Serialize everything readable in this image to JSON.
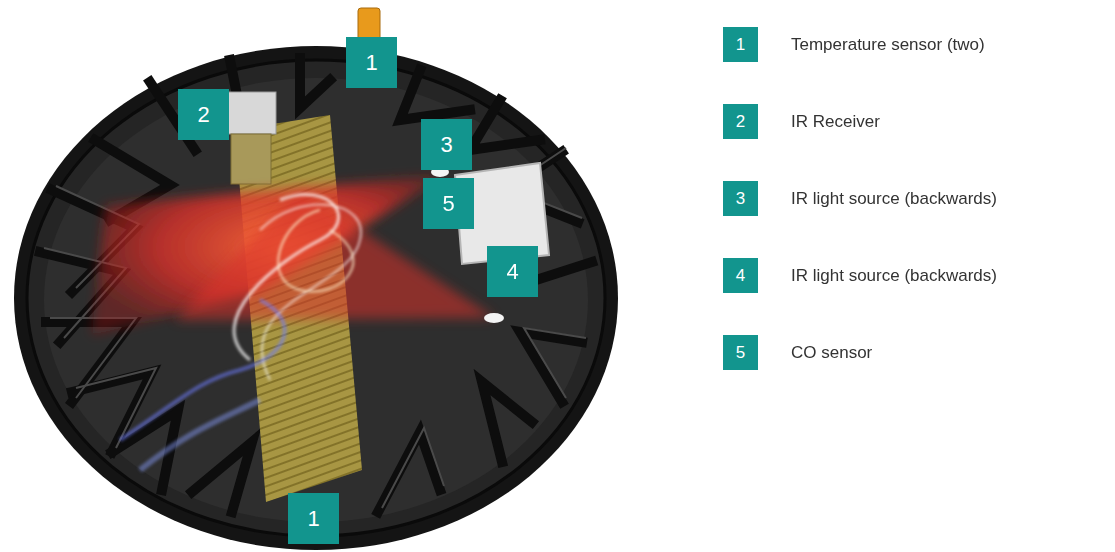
{
  "diagram": {
    "nodes": [
      {
        "text": [
          "1"
        ]
      },
      {
        "text": [
          "2"
        ]
      },
      {
        "text": [
          "3"
        ]
      },
      {
        "text": [
          "5"
        ]
      },
      {
        "text": [
          "4"
        ]
      },
      {
        "text": [
          "1"
        ]
      },
      {
        "text": [
          "1",
          "Temperature sensor (two)"
        ]
      },
      {
        "text": [
          "2",
          "IR Receiver"
        ]
      },
      {
        "text": [
          "3",
          "IR light source (backwards)"
        ]
      },
      {
        "text": [
          "4",
          "IR light source (backwards)"
        ]
      },
      {
        "text": [
          "5",
          "CO sensor"
        ]
      }
    ]
  }
}
